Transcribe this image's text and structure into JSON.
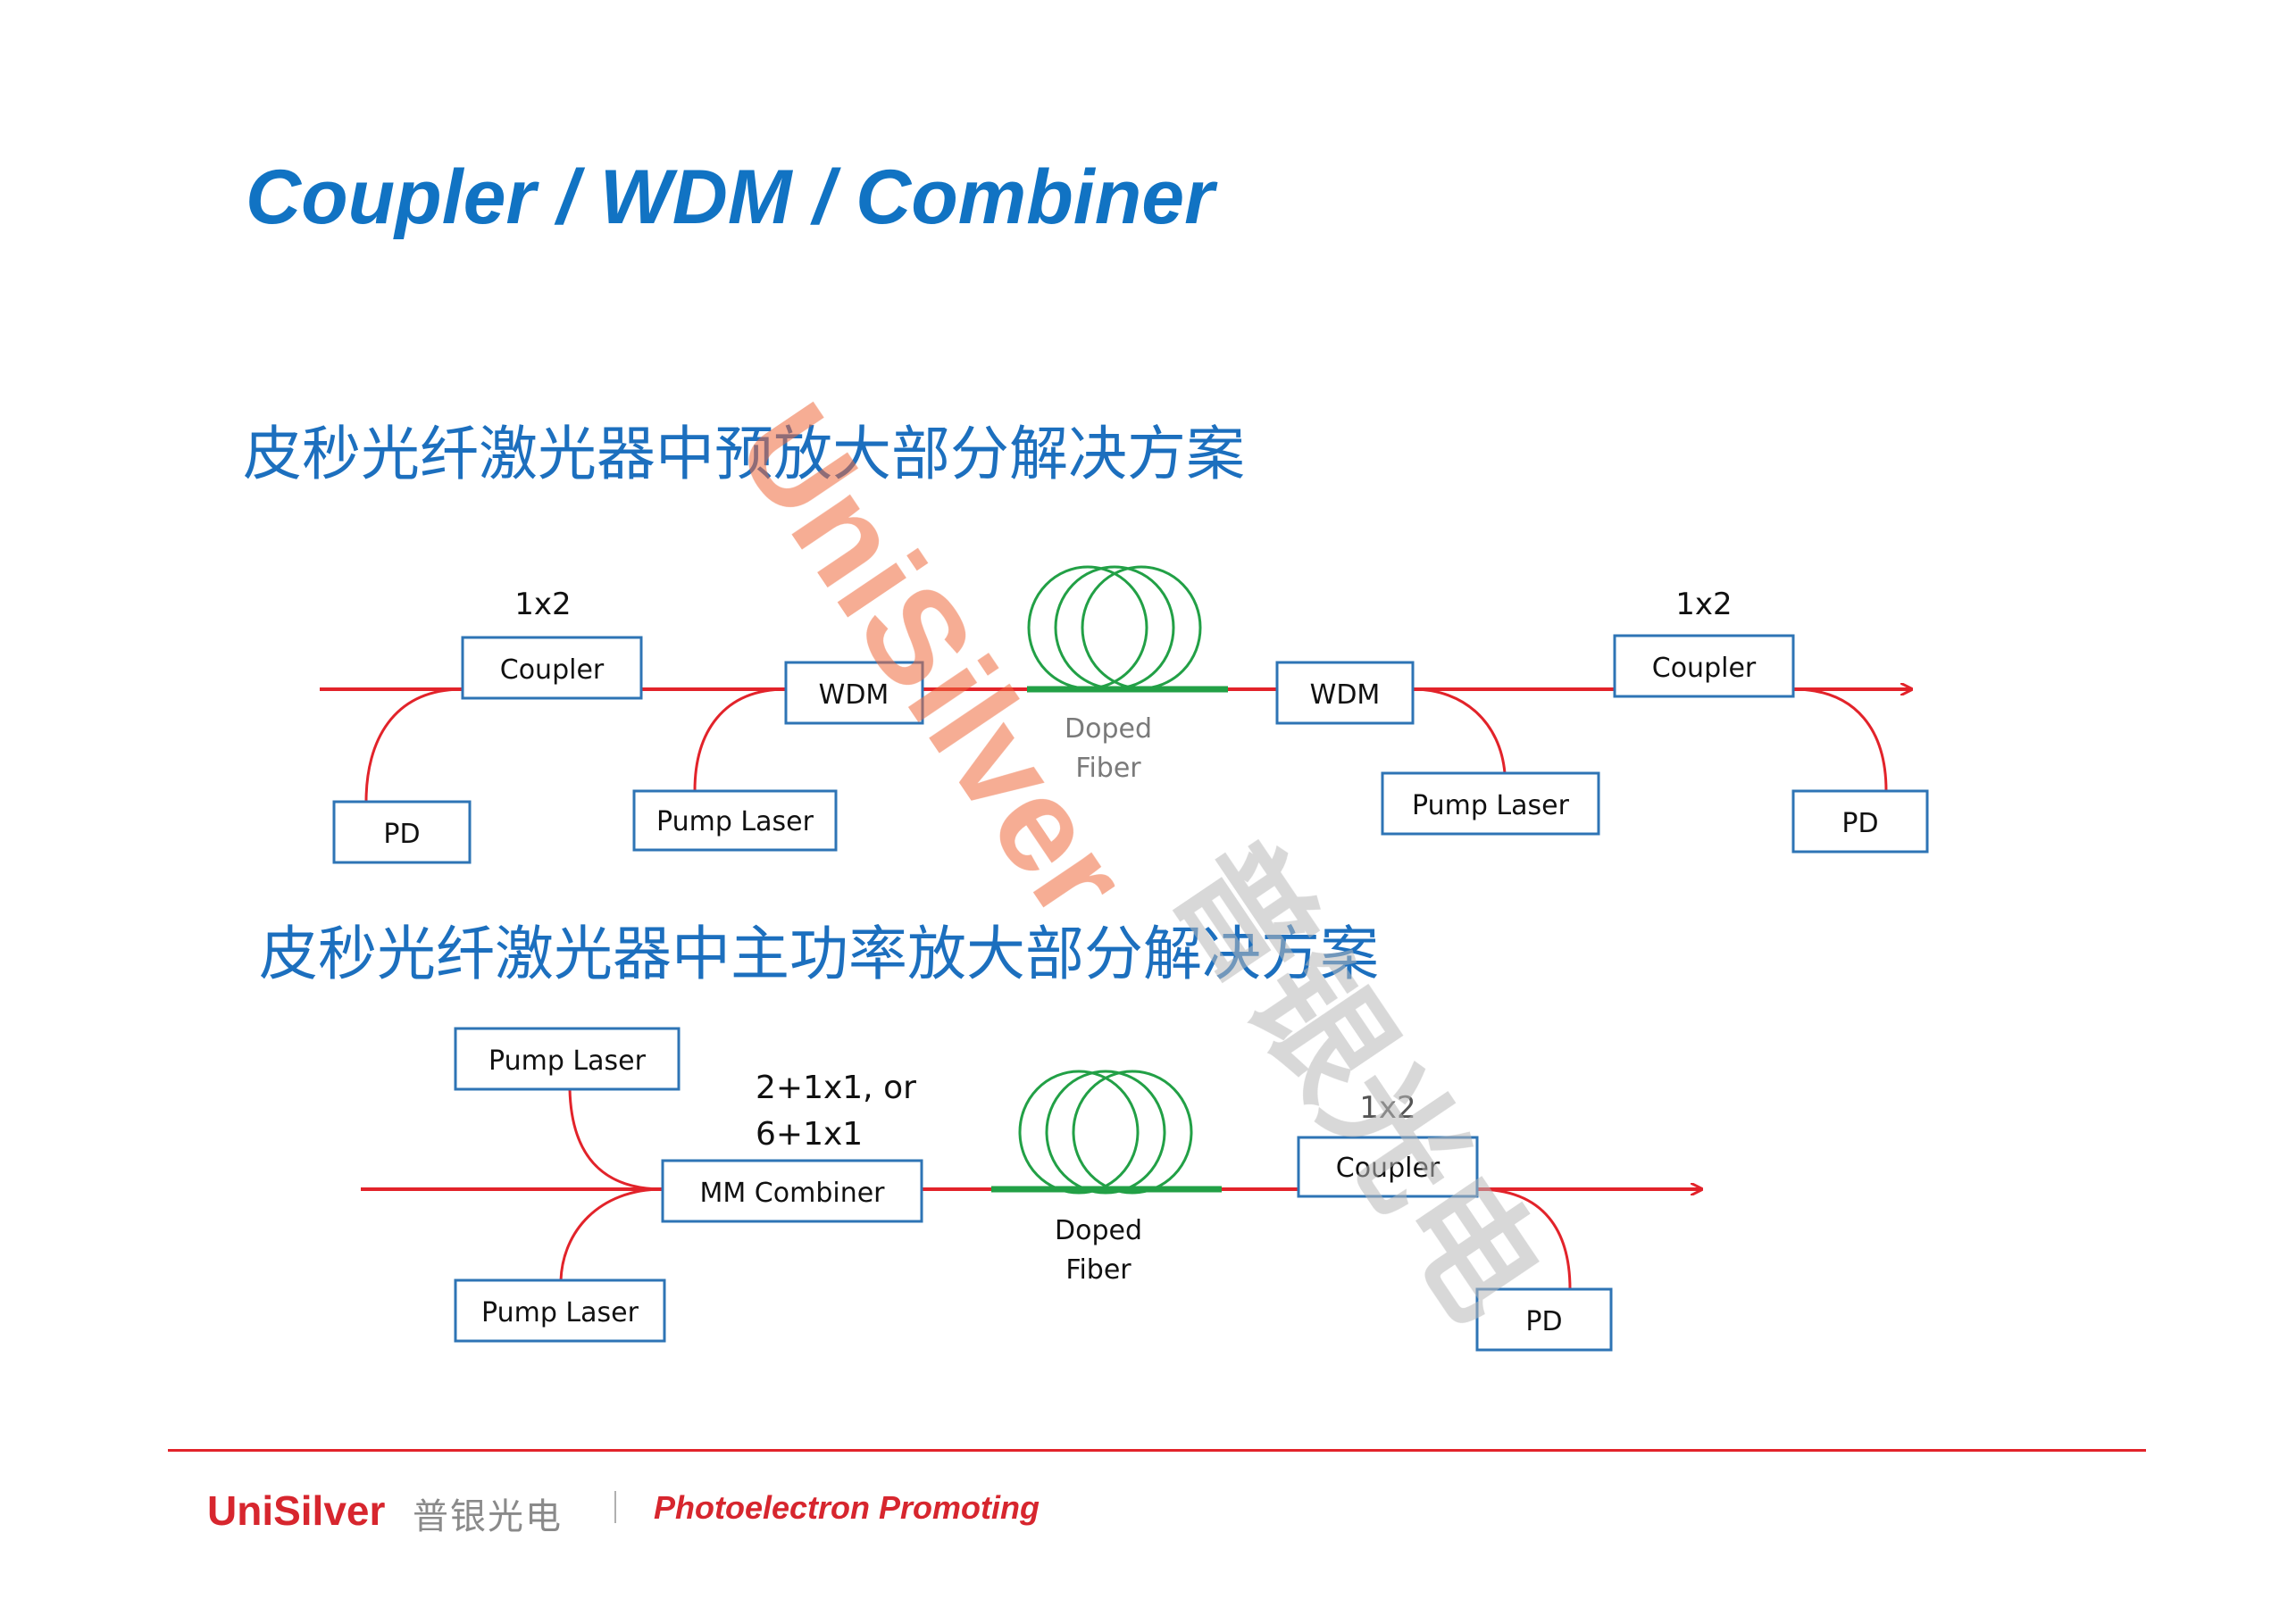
{
  "title": "Coupler / WDM / Combiner",
  "headings": {
    "preamp": "皮秒光纤激光器中预放大部分解决方案",
    "power_amp": "皮秒光纤激光器中主功率放大部分解决方案"
  },
  "preamp_diagram": {
    "coupler_in_ratio": "1x2",
    "coupler_in": "Coupler",
    "pd_in": "PD",
    "wdm_in": "WDM",
    "pump_in": "Pump Laser",
    "doped_fiber_line1": "Doped",
    "doped_fiber_line2": "Fiber",
    "wdm_out": "WDM",
    "pump_out": "Pump Laser",
    "coupler_out_ratio": "1x2",
    "coupler_out": "Coupler",
    "pd_out": "PD"
  },
  "power_amp_diagram": {
    "pump_top": "Pump Laser",
    "pump_bottom": "Pump Laser",
    "combiner_note_line1": "2+1x1, or",
    "combiner_note_line2": "6+1x1",
    "combiner": "MM Combiner",
    "doped_fiber_line1": "Doped",
    "doped_fiber_line2": "Fiber",
    "coupler_ratio": "1x2",
    "coupler": "Coupler",
    "pd": "PD"
  },
  "watermark": {
    "brand_en": "UniSilver",
    "brand_cn": "普银光电"
  },
  "footer": {
    "logo_en": "UniSilver",
    "logo_cn": "普银光电",
    "slogan": "Photoelectron Promoting"
  },
  "colors": {
    "title_blue": "#1173c3",
    "box_border": "#2e74b5",
    "signal_red": "#e2232a",
    "fiber_green": "#22a046",
    "watermark_orange": "#ee6a3c",
    "watermark_gray": "#b9b9b9"
  }
}
